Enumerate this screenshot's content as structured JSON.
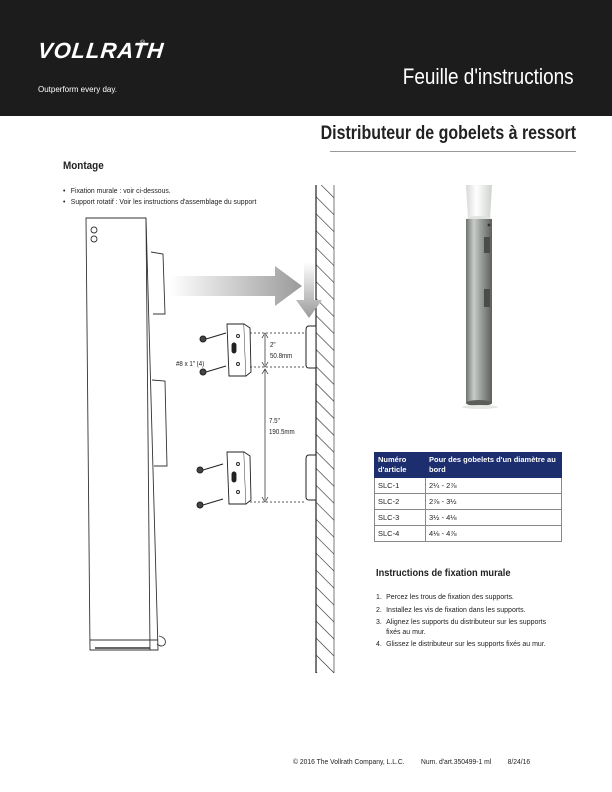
{
  "header": {
    "brand": "VOLLRATH",
    "registered": "®",
    "tagline": "Outperform every day.",
    "doc_title": "Feuille d'instructions"
  },
  "product_title": "Distributeur de gobelets à ressort",
  "mounting": {
    "title": "Montage",
    "bullets": [
      "Fixation murale : voir ci-dessous.",
      "Support rotatif : Voir les instructions d'assemblage du support"
    ]
  },
  "diagram": {
    "screw_label": "#8 x 1\" (4)",
    "dim_top_in": "2\"",
    "dim_top_mm": "50.8mm",
    "dim_mid_in": "7.5\"",
    "dim_mid_mm": "190.5mm"
  },
  "size_table": {
    "headers": [
      "Numéro d'article",
      "Pour des gobelets d'un diamètre au bord"
    ],
    "rows": [
      [
        "SLC-1",
        "2¼ - 2⅞"
      ],
      [
        "SLC-2",
        "2⅞ - 3½"
      ],
      [
        "SLC-3",
        "3½ - 4⅛"
      ],
      [
        "SLC-4",
        "4⅛ - 4⅞"
      ]
    ]
  },
  "wall_mount": {
    "title": "Instructions de fixation murale",
    "steps": [
      "Percez les trous de fixation des supports.",
      "Installez les vis de fixation dans les supports.",
      "Alignez les supports du distributeur sur les supports fixés au mur.",
      "Glissez le distributeur sur les supports fixés au mur."
    ]
  },
  "footer": {
    "copyright": "© 2016 The Vollrath Company, L.L.C.",
    "part_number": "Num. d'art.350499-1 ml",
    "date": "8/24/16"
  }
}
